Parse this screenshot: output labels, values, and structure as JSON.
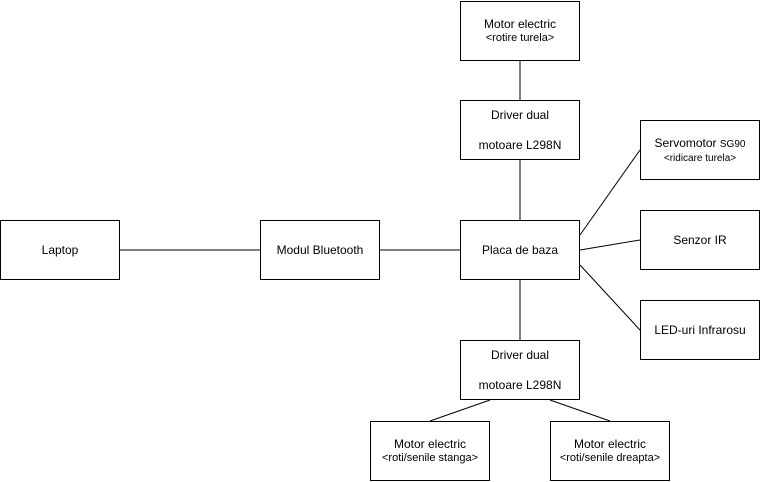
{
  "nodes": {
    "motor_turela": {
      "line1": "Motor electric",
      "line2": "<rotire turela>"
    },
    "driver_top": {
      "line1": "Driver dual",
      "line2": "motoare L298N"
    },
    "servomotor": {
      "line1_main": "Servomotor ",
      "line1_suffix": "SG90",
      "line2": "<ridicare turela>"
    },
    "laptop": {
      "label": "Laptop"
    },
    "bluetooth": {
      "label": "Modul Bluetooth"
    },
    "placa": {
      "label": "Placa de baza"
    },
    "senzor": {
      "label": "Senzor IR"
    },
    "led": {
      "label": "LED-uri Infrarosu"
    },
    "driver_bottom": {
      "line1": "Driver dual",
      "line2": "motoare L298N"
    },
    "motor_stanga": {
      "line1": "Motor electric",
      "line2": "<roti/senile stanga>"
    },
    "motor_dreapta": {
      "line1": "Motor electric",
      "line2": "<roti/senile dreapta>"
    }
  },
  "colors": {
    "stroke": "#000000",
    "fill": "#ffffff"
  }
}
